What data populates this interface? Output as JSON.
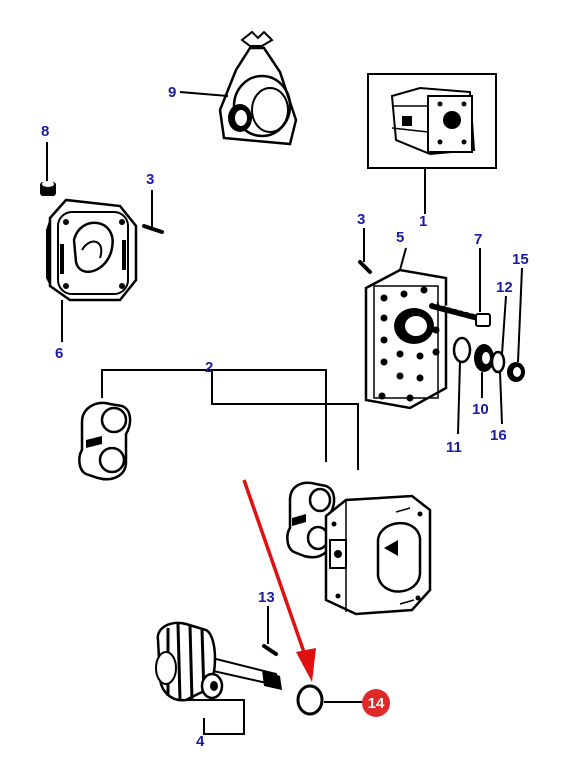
{
  "colors": {
    "label": "#1a1aaa",
    "highlight": "#e02a2a",
    "arrow": "#e01010",
    "line": "#000000"
  },
  "labels": {
    "p1": "1",
    "p2": "2",
    "p3a": "3",
    "p3b": "3",
    "p4": "4",
    "p5": "5",
    "p6": "6",
    "p7": "7",
    "p8": "8",
    "p9": "9",
    "p10": "10",
    "p11": "11",
    "p12": "12",
    "p13": "13",
    "p14": "14",
    "p15": "15",
    "p16": "16"
  }
}
